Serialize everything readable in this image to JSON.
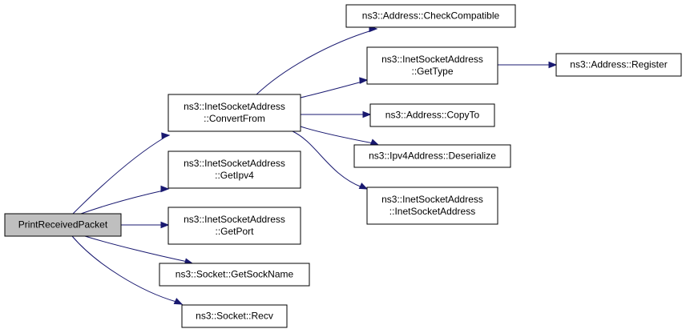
{
  "colors": {
    "root_fill": "#bfbfbf",
    "node_fill": "#ffffff",
    "edge": "#191970",
    "border": "#000000"
  },
  "nodes": {
    "print_received_packet": {
      "lines": [
        "PrintReceivedPacket"
      ]
    },
    "convert_from": {
      "lines": [
        "ns3::InetSocketAddress",
        "::ConvertFrom"
      ]
    },
    "get_ipv4": {
      "lines": [
        "ns3::InetSocketAddress",
        "::GetIpv4"
      ]
    },
    "get_port": {
      "lines": [
        "ns3::InetSocketAddress",
        "::GetPort"
      ]
    },
    "get_sock_name": {
      "lines": [
        "ns3::Socket::GetSockName"
      ]
    },
    "recv": {
      "lines": [
        "ns3::Socket::Recv"
      ]
    },
    "check_compatible": {
      "lines": [
        "ns3::Address::CheckCompatible"
      ]
    },
    "get_type": {
      "lines": [
        "ns3::InetSocketAddress",
        "::GetType"
      ]
    },
    "register": {
      "lines": [
        "ns3::Address::Register"
      ]
    },
    "copy_to": {
      "lines": [
        "ns3::Address::CopyTo"
      ]
    },
    "deserialize": {
      "lines": [
        "ns3::Ipv4Address::Deserialize"
      ]
    },
    "inet_socket_address": {
      "lines": [
        "ns3::InetSocketAddress",
        "::InetSocketAddress"
      ]
    }
  },
  "edges": [
    [
      "print_received_packet",
      "convert_from"
    ],
    [
      "print_received_packet",
      "get_ipv4"
    ],
    [
      "print_received_packet",
      "get_port"
    ],
    [
      "print_received_packet",
      "get_sock_name"
    ],
    [
      "print_received_packet",
      "recv"
    ],
    [
      "convert_from",
      "check_compatible"
    ],
    [
      "convert_from",
      "get_type"
    ],
    [
      "convert_from",
      "copy_to"
    ],
    [
      "convert_from",
      "deserialize"
    ],
    [
      "convert_from",
      "inet_socket_address"
    ],
    [
      "get_type",
      "register"
    ]
  ]
}
